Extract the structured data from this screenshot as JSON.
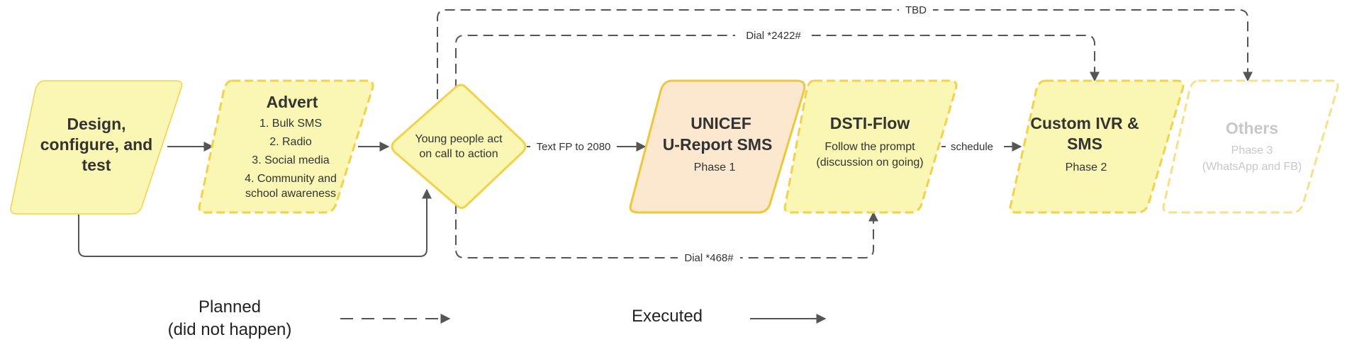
{
  "colors": {
    "node_fill_yellow": "#faf6b4",
    "node_stroke_yellow": "#f2d24a",
    "node_fill_orange": "#fbe8cf",
    "node_stroke_orange": "#f0c73a",
    "node_stroke_muted": "#f6e08a",
    "edge": "#555555"
  },
  "nodes": {
    "design": {
      "title_lines": [
        "Design,",
        "configure, and",
        "test"
      ]
    },
    "advert": {
      "title": "Advert",
      "lines": [
        "1. Bulk SMS",
        "2. Radio",
        "3. Social media",
        "4. Community and",
        "school awareness"
      ]
    },
    "young_people": {
      "lines": [
        "Young people act",
        "on call to action"
      ]
    },
    "unicef": {
      "title_lines": [
        "UNICEF",
        "U-Report SMS"
      ],
      "subtitle": "Phase 1"
    },
    "dsti": {
      "title": "DSTI-Flow",
      "lines": [
        "Follow the prompt",
        "(discussion on going)"
      ]
    },
    "custom_ivr": {
      "title_lines": [
        "Custom IVR &",
        "SMS"
      ],
      "subtitle": "Phase 2"
    },
    "others": {
      "title": "Others",
      "lines": [
        "Phase 3",
        "(WhatsApp and FB)"
      ]
    }
  },
  "edges": {
    "tbd": "TBD",
    "dial_2422": "Dial *2422#",
    "text_fp": "Text FP to 2080",
    "schedule": "schedule",
    "dial_468": "Dial *468#"
  },
  "legend": {
    "planned_lines": [
      "Planned",
      "(did not happen)"
    ],
    "executed": "Executed"
  }
}
